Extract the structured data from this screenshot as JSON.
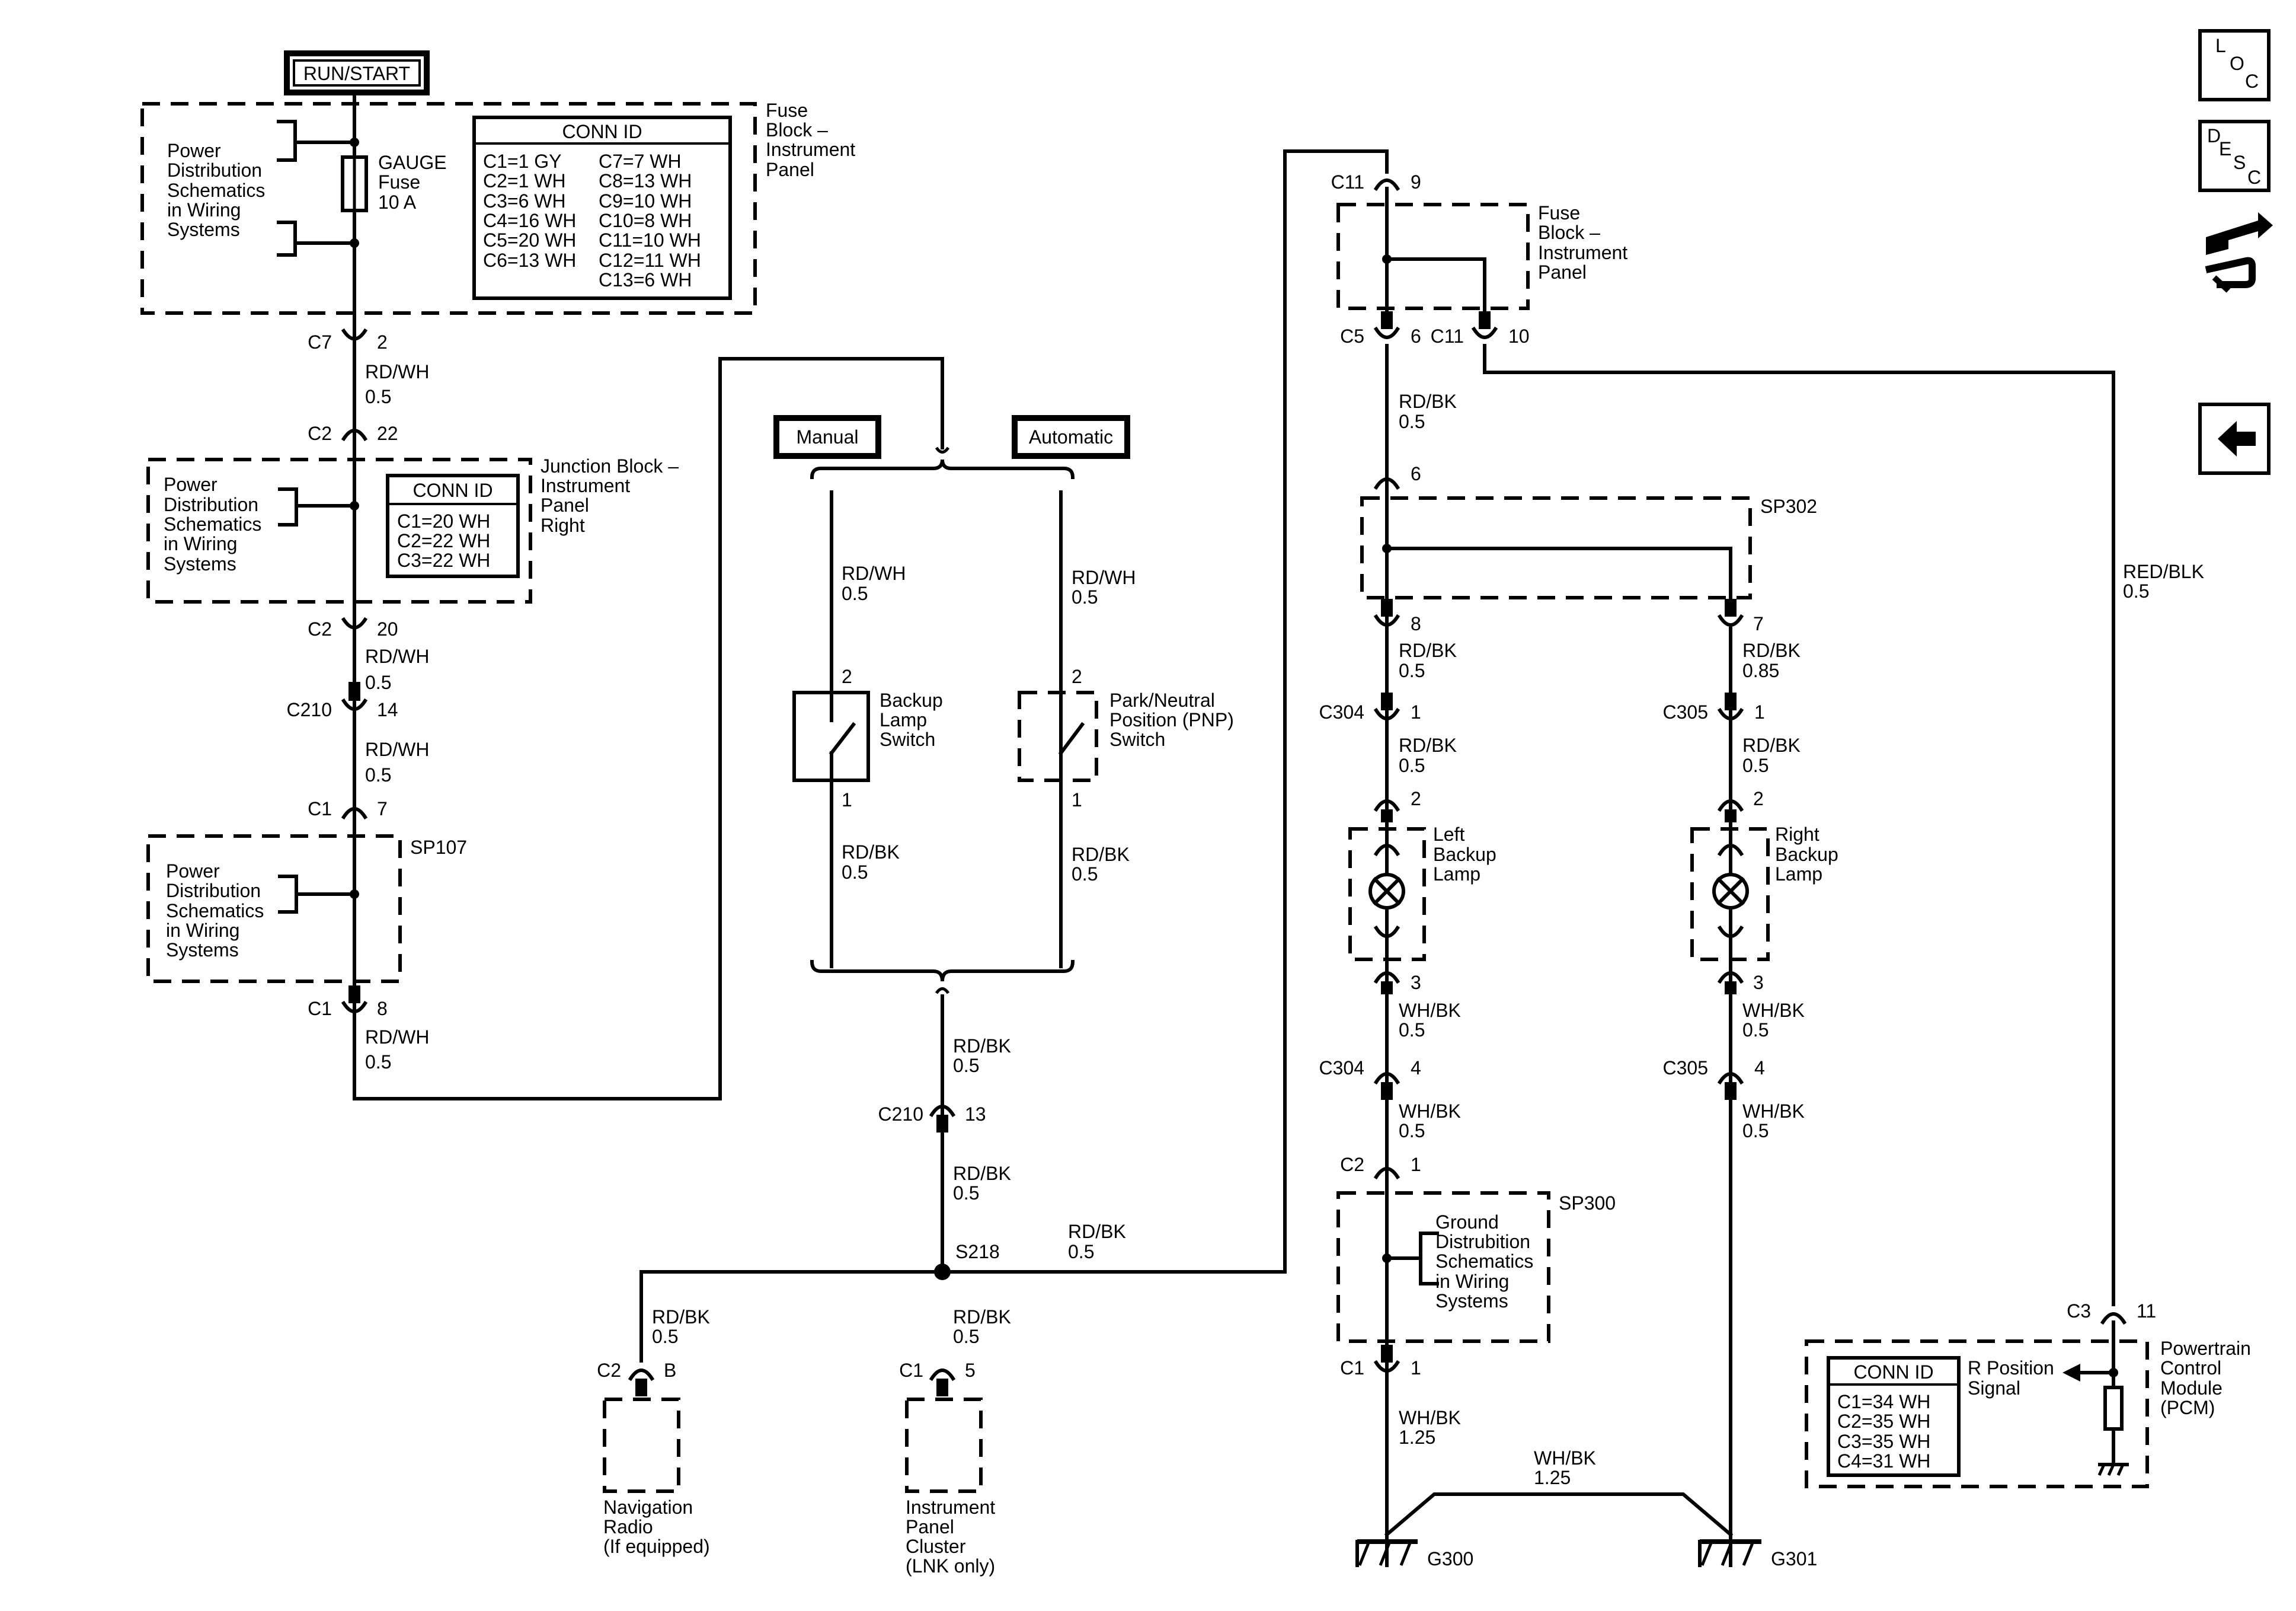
{
  "power": {
    "run_start": "RUN/START"
  },
  "fuse_block_top": {
    "title": [
      "Fuse",
      "Block –",
      "Instrument",
      "Panel"
    ],
    "power_dist": [
      "Power",
      "Distribution",
      "Schematics",
      "in Wiring",
      "Systems"
    ],
    "fuse": [
      "GAUGE",
      "Fuse",
      "10 A"
    ],
    "conn_id_title": "CONN ID",
    "conn_left": [
      "C1=1 GY",
      "C2=1 WH",
      "C3=6 WH",
      "C4=16 WH",
      "C5=20 WH",
      "C6=13 WH"
    ],
    "conn_right": [
      "C7=7 WH",
      "C8=13 WH",
      "C9=10 WH",
      "C10=8 WH",
      "C11=10 WH",
      "C12=11 WH",
      "C13=6 WH"
    ]
  },
  "left_chain": {
    "c7": [
      "C7",
      "2"
    ],
    "wire1": [
      "RD/WH",
      "0.5"
    ],
    "c2a": [
      "C2",
      "22"
    ],
    "jb_title": [
      "Junction Block –",
      "Instrument",
      "Panel",
      "Right"
    ],
    "jb_power": [
      "Power",
      "Distribution",
      "Schematics",
      "in Wiring",
      "Systems"
    ],
    "jb_conn_title": "CONN ID",
    "jb_conn": [
      "C1=20 WH",
      "C2=22 WH",
      "C3=22 WH"
    ],
    "c2b": [
      "C2",
      "20"
    ],
    "wire2": [
      "RD/WH",
      "0.5"
    ],
    "c210": [
      "C210",
      "14"
    ],
    "wire3": [
      "RD/WH",
      "0.5"
    ],
    "c1a": [
      "C1",
      "7"
    ],
    "sp107": "SP107",
    "sp107_power": [
      "Power",
      "Distribution",
      "Schematics",
      "in Wiring",
      "Systems"
    ],
    "c1b": [
      "C1",
      "8"
    ],
    "wire4": [
      "RD/WH",
      "0.5"
    ]
  },
  "switches": {
    "manual": "Manual",
    "automatic": "Automatic",
    "wire_in_left": [
      "RD/WH",
      "0.5"
    ],
    "wire_in_right": [
      "RD/WH",
      "0.5"
    ],
    "backup_pin_top": "2",
    "backup_pin_bottom": "1",
    "backup_name": [
      "Backup",
      "Lamp",
      "Switch"
    ],
    "pnp_pin_top": "2",
    "pnp_pin_bottom": "1",
    "pnp_name": [
      "Park/Neutral",
      "Position (PNP)",
      "Switch"
    ],
    "wire_out_left": [
      "RD/BK",
      "0.5"
    ],
    "wire_out_right": [
      "RD/BK",
      "0.5"
    ],
    "wire_merge": [
      "RD/BK",
      "0.5"
    ],
    "c210": [
      "C210",
      "13"
    ],
    "wire_s218": [
      "RD/BK",
      "0.5"
    ],
    "s218": "S218",
    "wire_right": [
      "RD/BK",
      "0.5"
    ]
  },
  "bottom_left": {
    "nav_wire": [
      "RD/BK",
      "0.5"
    ],
    "nav_conn": [
      "C2",
      "B"
    ],
    "nav_name": [
      "Navigation",
      "Radio",
      "(If equipped)"
    ],
    "ipc_wire": [
      "RD/BK",
      "0.5"
    ],
    "ipc_conn": [
      "C1",
      "5"
    ],
    "ipc_name": [
      "Instrument",
      "Panel",
      "Cluster",
      "(LNK only)"
    ]
  },
  "right_section": {
    "c11_top": [
      "C11",
      "9"
    ],
    "fb_title": [
      "Fuse",
      "Block –",
      "Instrument",
      "Panel"
    ],
    "c5": [
      "C5",
      "6"
    ],
    "c11_out": [
      "C11",
      "10"
    ],
    "wire1": [
      "RD/BK",
      "0.5"
    ],
    "pin6": "6",
    "sp302": "SP302",
    "pin8": "8",
    "pin7": "7",
    "wire_l": [
      "RD/BK",
      "0.5"
    ],
    "wire_r": [
      "RD/BK",
      "0.85"
    ],
    "c304a": [
      "C304",
      "1"
    ],
    "c305a": [
      "C305",
      "1"
    ],
    "wire_l2": [
      "RD/BK",
      "0.5"
    ],
    "wire_r2": [
      "RD/BK",
      "0.5"
    ],
    "lamp_l_pin_top": "2",
    "lamp_r_pin_top": "2",
    "lamp_l": [
      "Left",
      "Backup",
      "Lamp"
    ],
    "lamp_r": [
      "Right",
      "Backup",
      "Lamp"
    ],
    "lamp_l_pin_bottom": "3",
    "lamp_r_pin_bottom": "3",
    "wire_l3": [
      "WH/BK",
      "0.5"
    ],
    "wire_r3": [
      "WH/BK",
      "0.5"
    ],
    "c304b": [
      "C304",
      "4"
    ],
    "c305b": [
      "C305",
      "4"
    ],
    "wire_l4": [
      "WH/BK",
      "0.5"
    ],
    "wire_r4": [
      "WH/BK",
      "0.5"
    ],
    "c2": [
      "C2",
      "1"
    ],
    "sp300": "SP300",
    "ground_dist": [
      "Ground",
      "Distrubition",
      "Schematics",
      "in Wiring",
      "Systems"
    ],
    "c1": [
      "C1",
      "1"
    ],
    "wire_g1": [
      "WH/BK",
      "1.25"
    ],
    "wire_g2": [
      "WH/BK",
      "1.25"
    ],
    "g300": "G300",
    "g301": "G301",
    "red_blk": [
      "RED/BLK",
      "0.5"
    ],
    "c3": [
      "C3",
      "11"
    ],
    "pcm_conn_title": "CONN ID",
    "pcm_conn": [
      "C1=34 WH",
      "C2=35 WH",
      "C3=35 WH",
      "C4=31 WH"
    ],
    "r_position": [
      "R Position",
      "Signal"
    ],
    "pcm_name": [
      "Powertrain",
      "Control",
      "Module",
      "(PCM)"
    ]
  },
  "sidebar": {
    "loc": [
      "L",
      "O",
      "C"
    ],
    "desc": [
      "D",
      "E",
      "S",
      "C"
    ]
  }
}
